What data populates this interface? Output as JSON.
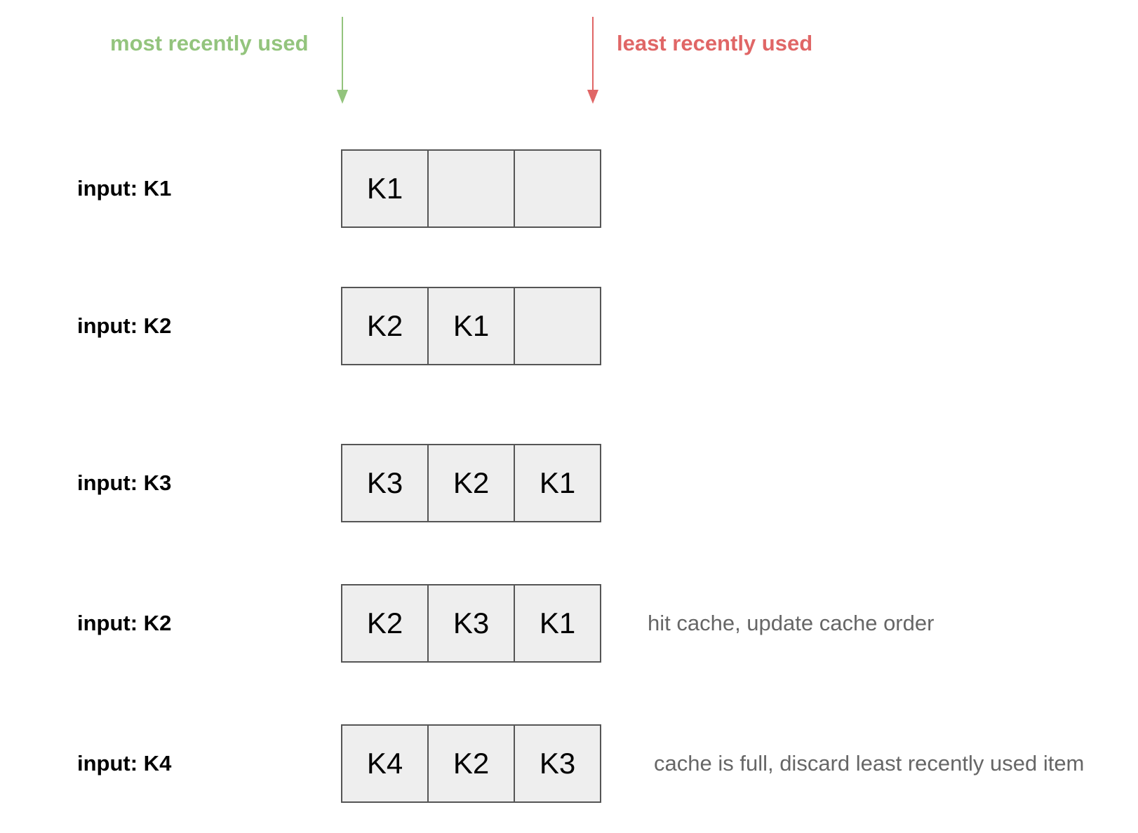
{
  "header": {
    "most_recent_label": "most recently used",
    "least_recent_label": "least recently used",
    "most_recent_color": "#93c47d",
    "least_recent_color": "#e06666"
  },
  "steps": [
    {
      "label": "input: K1",
      "slots": [
        "K1",
        "",
        ""
      ],
      "note": ""
    },
    {
      "label": "input: K2",
      "slots": [
        "K2",
        "K1",
        ""
      ],
      "note": ""
    },
    {
      "label": "input: K3",
      "slots": [
        "K3",
        "K2",
        "K1"
      ],
      "note": ""
    },
    {
      "label": "input: K2",
      "slots": [
        "K2",
        "K3",
        "K1"
      ],
      "note": "hit cache, update cache order"
    },
    {
      "label": "input: K4",
      "slots": [
        "K4",
        "K2",
        "K3"
      ],
      "note": "cache is full, discard least recently used item"
    }
  ]
}
